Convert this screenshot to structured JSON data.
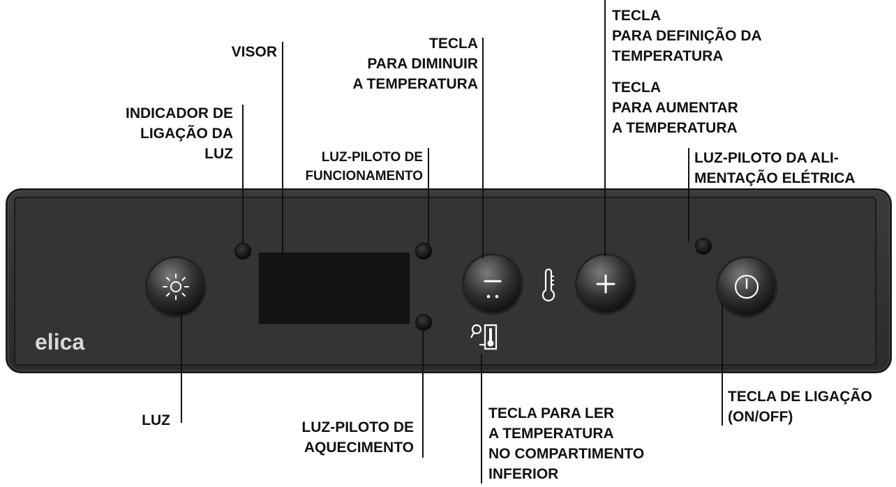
{
  "brand": "elica",
  "labels": {
    "visor": [
      "VISOR"
    ],
    "tecla_diminuir": [
      "TECLA",
      "PARA DIMINUIR",
      "A TEMPERATURA"
    ],
    "tecla_definicao": [
      "TECLA",
      "PARA DEFINIÇÃO DA",
      "TEMPERATURA"
    ],
    "tecla_aumentar": [
      "TECLA",
      "PARA AUMENTAR",
      "A TEMPERATURA"
    ],
    "indicador_luz": [
      "INDICADOR DE",
      "LIGAÇÃO DA",
      "LUZ"
    ],
    "luz_piloto_funcionamento": [
      "LUZ-PILOTO DE",
      "FUNCIONAMENTO"
    ],
    "luz_piloto_alimentacao": [
      "LUZ-PILOTO DA ALI-",
      "MENTAÇÃO ELÉTRICA"
    ],
    "luz": [
      "LUZ"
    ],
    "luz_piloto_aquecimento": [
      "LUZ-PILOTO DE",
      "AQUECIMENTO"
    ],
    "tecla_ler": [
      "TECLA PARA LER",
      "A TEMPERATURA",
      "NO COMPARTIMENTO",
      "INFERIOR"
    ],
    "tecla_ligacao": [
      "TECLA DE LIGAÇÃO",
      "(ON/OFF)"
    ]
  },
  "icons": {
    "light": "sun-icon",
    "minus": "minus-icon",
    "thermometer": "thermometer-icon",
    "plus": "plus-icon",
    "power": "power-icon",
    "lower-temp": "key-thermometer-icon"
  },
  "colors": {
    "panel": "#333436",
    "text": "#111111",
    "brand": "#d9d9d9",
    "icon": "#ffffff"
  }
}
